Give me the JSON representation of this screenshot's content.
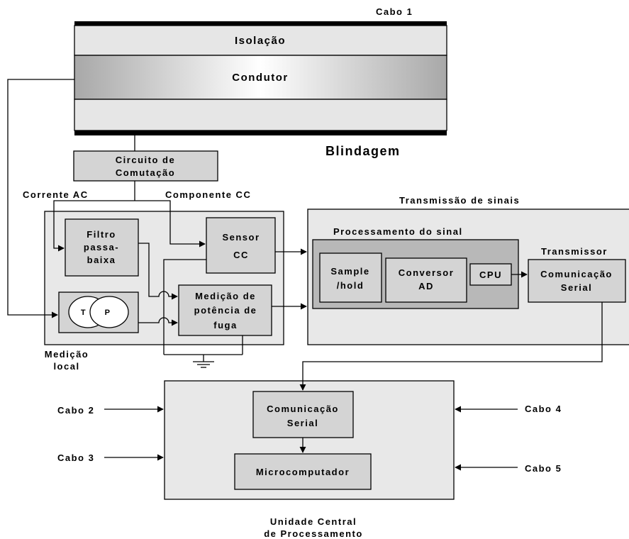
{
  "cable": {
    "label": "Cabo 1",
    "insulation": "Isolação",
    "conductor": "Condutor",
    "shield": "Blindagem"
  },
  "switching": {
    "line1": "Circuito de",
    "line2": "Comutação"
  },
  "labels": {
    "ac_current": "Corrente AC",
    "dc_component": "Componente CC",
    "local_measurement_1": "Medição",
    "local_measurement_2": "local",
    "signal_transmission": "Transmissão de sinais",
    "signal_processing": "Processamento do sinal",
    "transmitter": "Transmissor"
  },
  "blocks": {
    "lowpass": [
      "Filtro",
      "passa-",
      "baixa"
    ],
    "dc_sensor": [
      "Sensor",
      "CC"
    ],
    "leak_power": [
      "Medição de",
      "potência de",
      "fuga"
    ],
    "tp_t": "T",
    "tp_p": "P",
    "sample_hold": [
      "Sample",
      "/hold"
    ],
    "adc": [
      "Conversor",
      "AD"
    ],
    "cpu": "CPU",
    "tx_serial": [
      "Comunicação",
      "Serial"
    ],
    "cpu_serial": [
      "Comunicação",
      "Serial"
    ],
    "microcomputer": "Microcomputador"
  },
  "central": {
    "line1": "Unidade Central",
    "line2": "de Processamento",
    "inputs": [
      "Cabo 2",
      "Cabo 3",
      "Cabo 4",
      "Cabo 5"
    ]
  },
  "colors": {
    "panel": "#e8e8e8",
    "block": "#d4d4d4",
    "inner_panel": "#b8b8b8",
    "conductor_edge": "#a8a8a8",
    "conductor_center": "#ffffff"
  }
}
